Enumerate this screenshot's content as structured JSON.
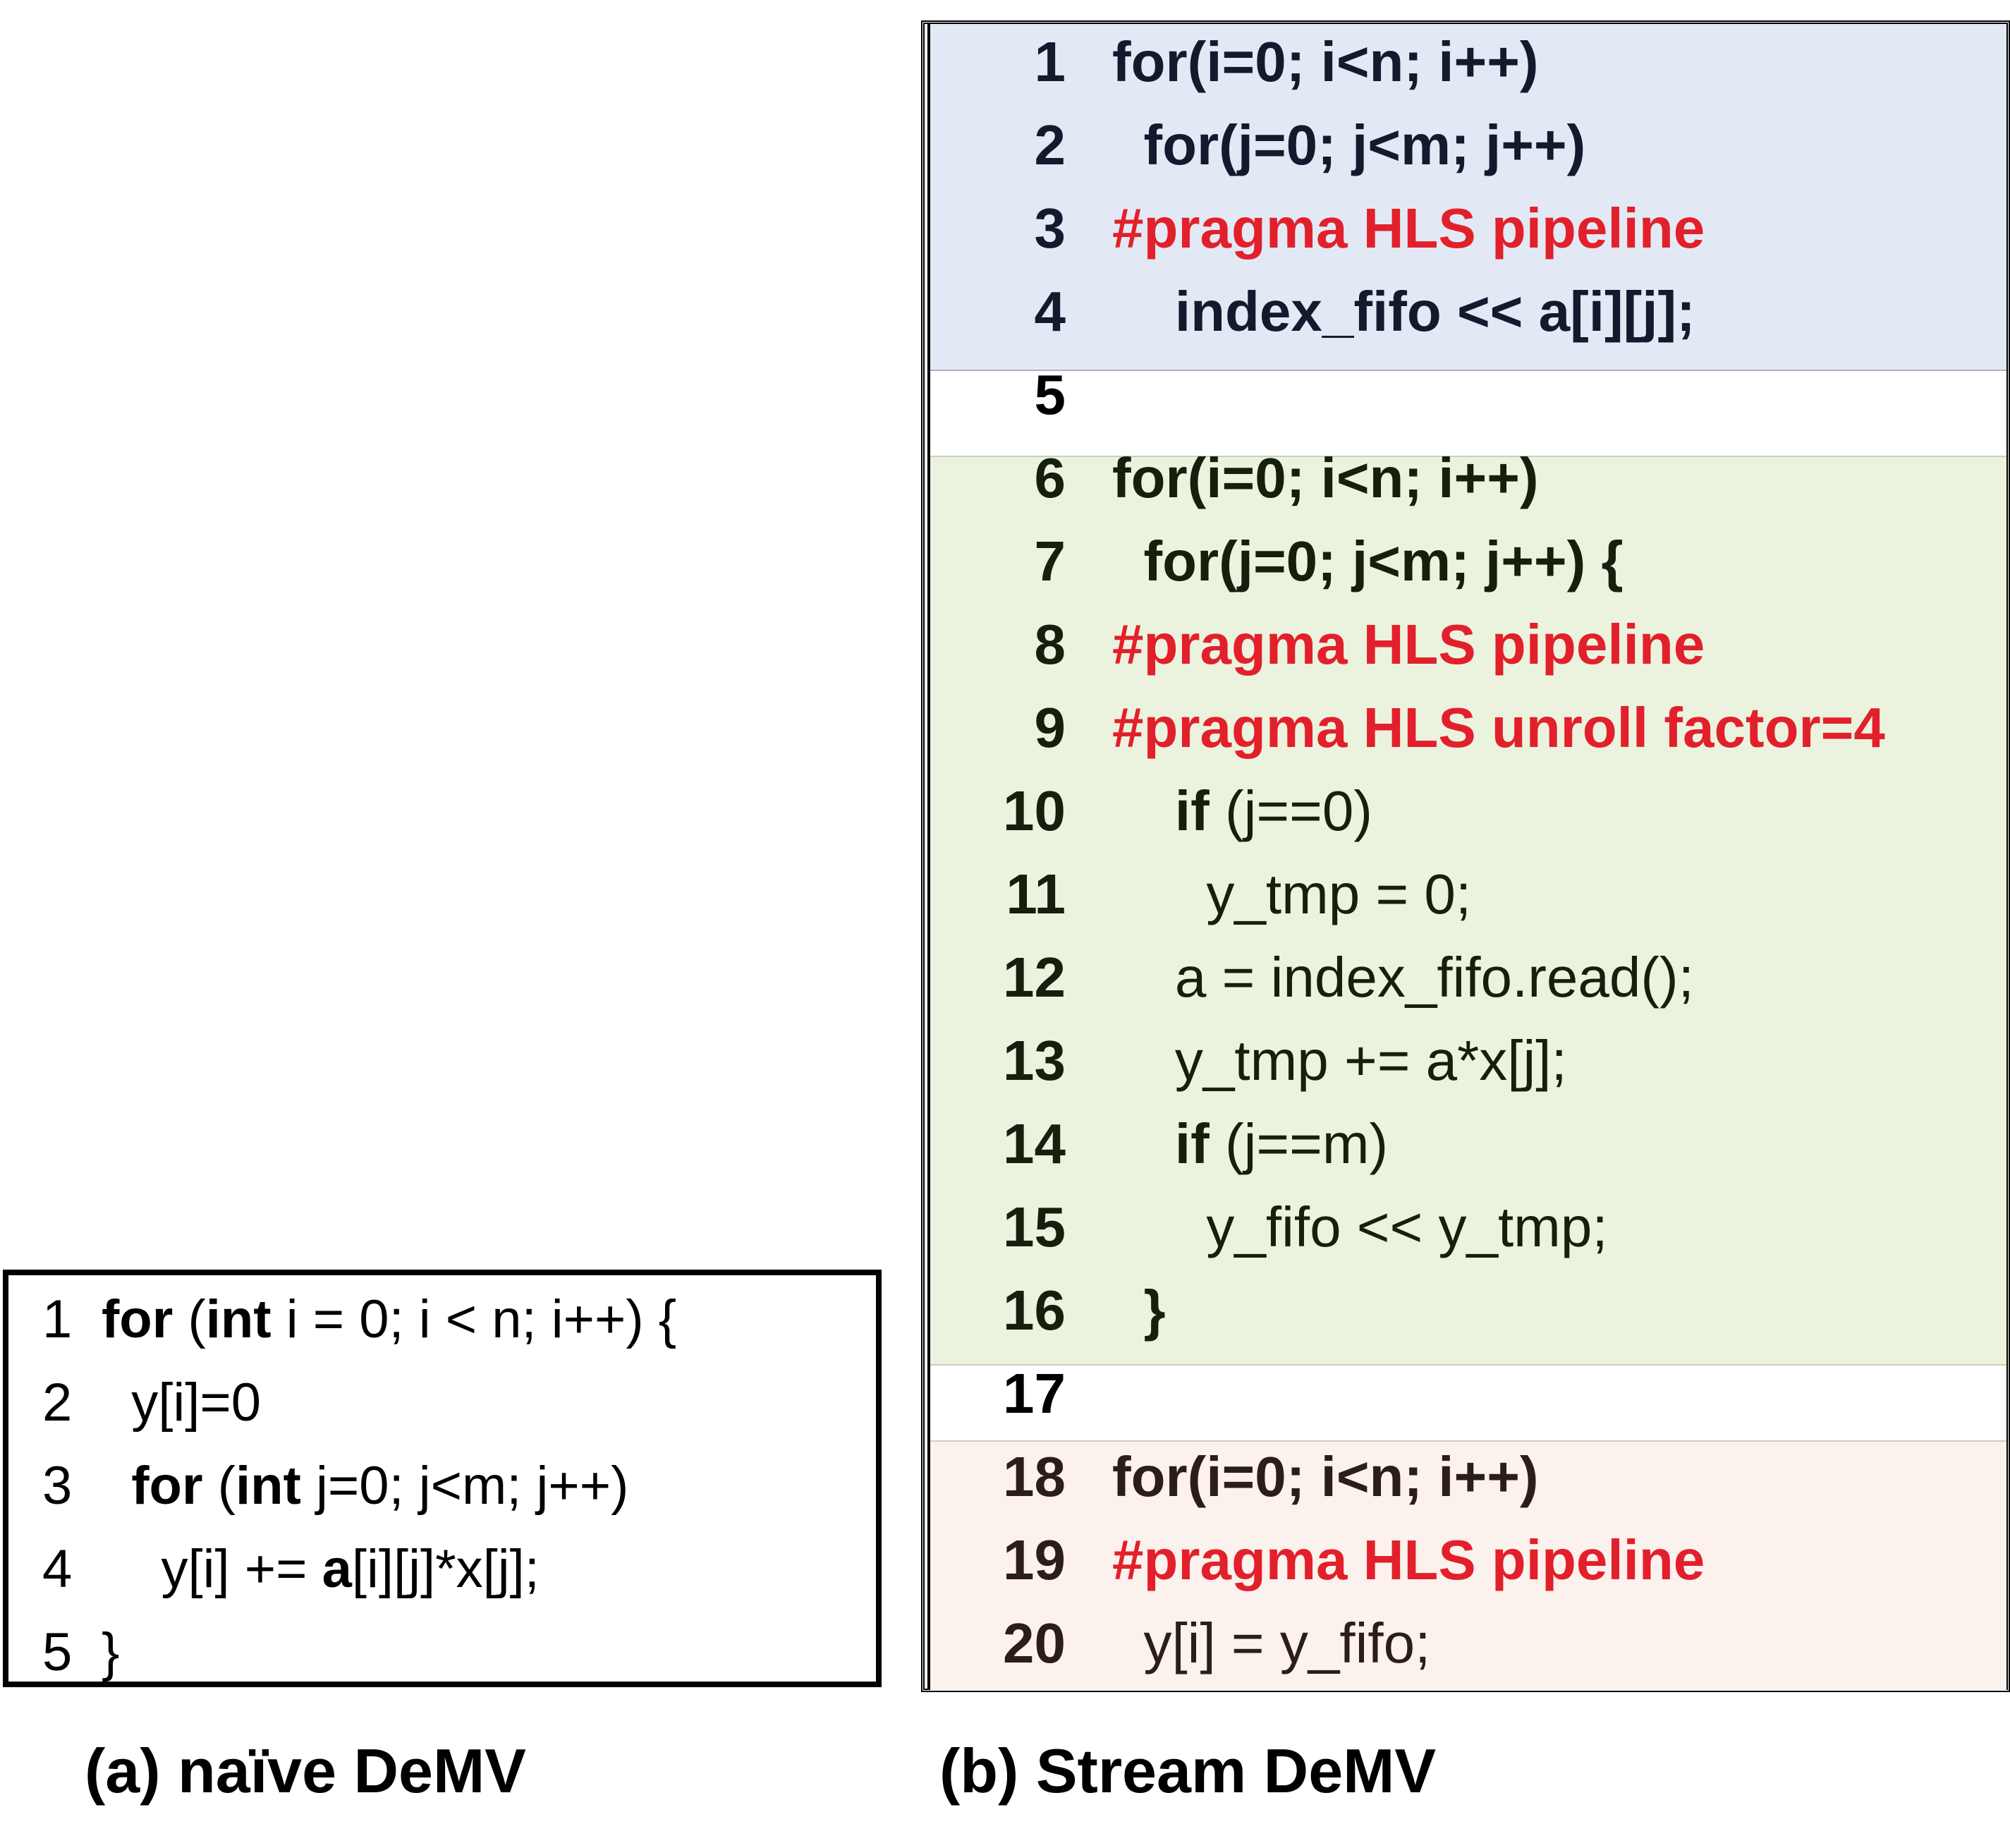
{
  "panel_a": {
    "caption": "(a) naïve DeMV",
    "lines": [
      {
        "n": "1",
        "parts": [
          {
            "t": "for",
            "b": true
          },
          {
            "t": " ("
          },
          {
            "t": "int",
            "b": true
          },
          {
            "t": " i = 0; i < n; i++) {"
          }
        ]
      },
      {
        "n": "2",
        "parts": [
          {
            "t": "  y[i]=0"
          }
        ]
      },
      {
        "n": "3",
        "parts": [
          {
            "t": "  "
          },
          {
            "t": "for",
            "b": true
          },
          {
            "t": " ("
          },
          {
            "t": "int",
            "b": true
          },
          {
            "t": " j=0; j<m; j++)"
          }
        ]
      },
      {
        "n": "4",
        "parts": [
          {
            "t": "    y[i] += "
          },
          {
            "t": "a",
            "b": true
          },
          {
            "t": "[i][j]*x[j];"
          }
        ]
      },
      {
        "n": "5",
        "parts": [
          {
            "t": "}"
          }
        ]
      }
    ]
  },
  "panel_b": {
    "caption": "(b) Stream DeMV",
    "pragma_color": "#e2202b",
    "band_colors": {
      "blue": "#e3e9f4",
      "green": "#ebf3df",
      "red": "#fbf1ed"
    },
    "lines": [
      {
        "n": "1",
        "band": "blue",
        "parts": [
          {
            "t": "for(i=0; i<n; i++)",
            "b": true
          }
        ]
      },
      {
        "n": "2",
        "band": "blue",
        "parts": [
          {
            "t": "  "
          },
          {
            "t": "for(j=0; j<m; j++)",
            "b": true
          }
        ]
      },
      {
        "n": "3",
        "band": "blue",
        "parts": [
          {
            "t": "#pragma HLS pipeline",
            "p": true
          }
        ]
      },
      {
        "n": "4",
        "band": "blue",
        "parts": [
          {
            "t": "    "
          },
          {
            "t": "index_fifo << a[i][j];",
            "b": true
          }
        ]
      },
      {
        "n": "5",
        "band": "none",
        "parts": []
      },
      {
        "n": "6",
        "band": "green",
        "parts": [
          {
            "t": "for(i=0; i<n; i++)",
            "b": true
          }
        ]
      },
      {
        "n": "7",
        "band": "green",
        "parts": [
          {
            "t": "  "
          },
          {
            "t": "for(j=0; j<m; j++) {",
            "b": true
          }
        ]
      },
      {
        "n": "8",
        "band": "green",
        "parts": [
          {
            "t": "#pragma HLS pipeline",
            "p": true
          }
        ]
      },
      {
        "n": "9",
        "band": "green",
        "parts": [
          {
            "t": "#pragma HLS unroll factor=4",
            "p": true
          }
        ]
      },
      {
        "n": "10",
        "band": "green",
        "parts": [
          {
            "t": "    "
          },
          {
            "t": "if",
            "b": true
          },
          {
            "t": " (j==0)"
          }
        ]
      },
      {
        "n": "11",
        "band": "green",
        "parts": [
          {
            "t": "      y_tmp = 0;"
          }
        ]
      },
      {
        "n": "12",
        "band": "green",
        "parts": [
          {
            "t": "    a = index_fifo.read();"
          }
        ]
      },
      {
        "n": "13",
        "band": "green",
        "parts": [
          {
            "t": "    y_tmp += a*x[j];"
          }
        ]
      },
      {
        "n": "14",
        "band": "green",
        "parts": [
          {
            "t": "    "
          },
          {
            "t": "if",
            "b": true
          },
          {
            "t": " (j==m)"
          }
        ]
      },
      {
        "n": "15",
        "band": "green",
        "parts": [
          {
            "t": "      y_fifo << y_tmp;"
          }
        ]
      },
      {
        "n": "16",
        "band": "green",
        "parts": [
          {
            "t": "  "
          },
          {
            "t": "}",
            "b": true
          }
        ]
      },
      {
        "n": "17",
        "band": "none",
        "parts": []
      },
      {
        "n": "18",
        "band": "red",
        "parts": [
          {
            "t": "for(i=0; i<n; i++)",
            "b": true
          }
        ]
      },
      {
        "n": "19",
        "band": "red",
        "parts": [
          {
            "t": "#pragma HLS pipeline",
            "p": true
          }
        ]
      },
      {
        "n": "20",
        "band": "red",
        "parts": [
          {
            "t": "  y[i] = y_fifo;"
          }
        ]
      }
    ]
  }
}
